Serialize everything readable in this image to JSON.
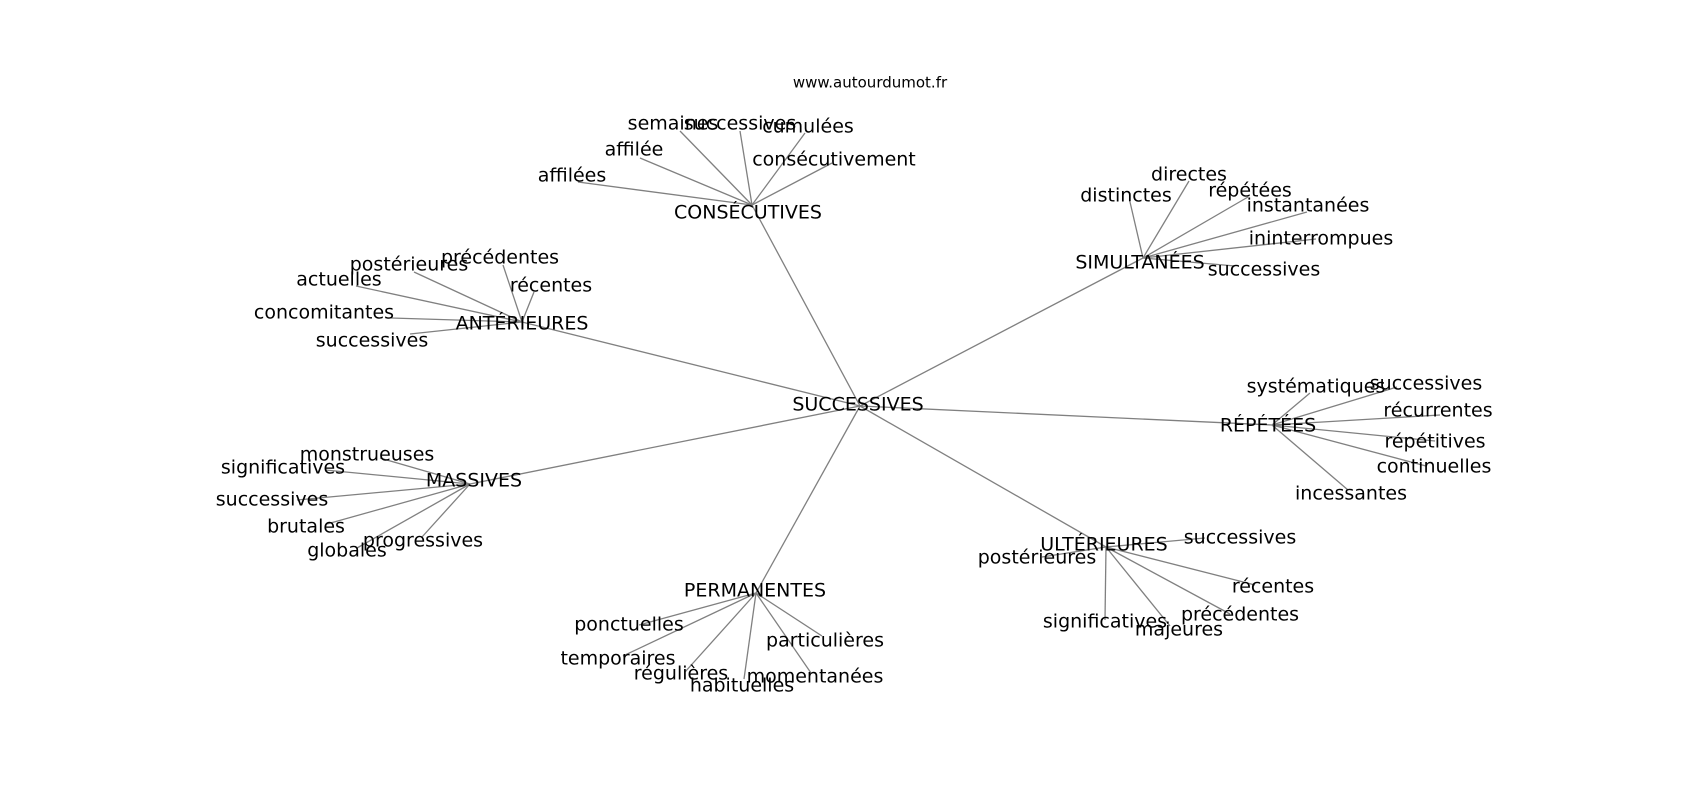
{
  "source_label": "www.autourdumot.fr",
  "center": {
    "label": "SUCCESSIVES"
  },
  "edge_color": "#808080",
  "text_color": "#000000",
  "groups": [
    {
      "label": "CONSÉCUTIVES",
      "leaves": [
        "semaines",
        "successives",
        "cumulées",
        "affilée",
        "consécutivement",
        "affilées"
      ]
    },
    {
      "label": "SIMULTANÉES",
      "leaves": [
        "directes",
        "distinctes",
        "répétées",
        "instantanées",
        "ininterrompues",
        "successives"
      ]
    },
    {
      "label": "ANTÉRIEURES",
      "leaves": [
        "précédentes",
        "postérieures",
        "actuelles",
        "récentes",
        "concomitantes",
        "successives"
      ]
    },
    {
      "label": "RÉPÉTÉES",
      "leaves": [
        "systématiques",
        "successives",
        "récurrentes",
        "répétitives",
        "continuelles",
        "incessantes"
      ]
    },
    {
      "label": "MASSIVES",
      "leaves": [
        "monstrueuses",
        "significatives",
        "successives",
        "brutales",
        "progressives",
        "globales"
      ]
    },
    {
      "label": "ULTÉRIEURES",
      "leaves": [
        "successives",
        "postérieures",
        "récentes",
        "précédentes",
        "significatives",
        "majeures"
      ]
    },
    {
      "label": "PERMANENTES",
      "leaves": [
        "ponctuelles",
        "particulières",
        "temporaires",
        "momentanées",
        "régulières",
        "habituelles"
      ]
    }
  ]
}
